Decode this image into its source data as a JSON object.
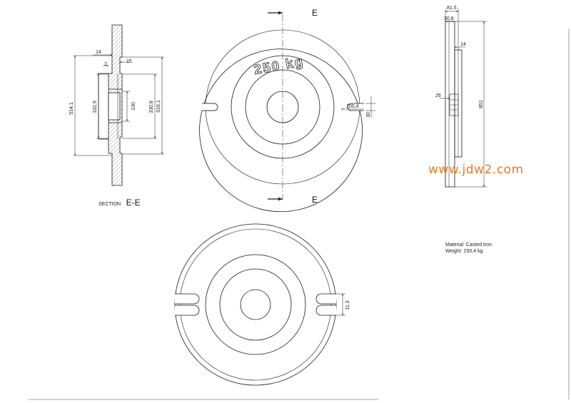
{
  "colors": {
    "line": "#1a1a1a",
    "watermark": "#ee7a1e",
    "hatch": "#555555"
  },
  "section_view": {
    "title_small": "SECTION",
    "title_big": "E-E",
    "dims": {
      "d514": "514,1",
      "d332": "332,9",
      "d130": "130",
      "d330": "330,8",
      "d516": "516,1",
      "d14": "14",
      "d15": "15",
      "d2": "2"
    }
  },
  "front_view": {
    "plate_label": "250 kg",
    "cut_label_top": "E",
    "cut_label_bottom": "E",
    "dims": {
      "d100": "100,4",
      "d30": "30"
    }
  },
  "side_view": {
    "dims": {
      "d81": "81,5",
      "d30_8": "30,8",
      "d14": "14",
      "d26": "26",
      "d851": "851"
    }
  },
  "back_view": {
    "dims": {
      "d11": "11,3"
    }
  },
  "watermark": "www.jdw2.com",
  "notes": {
    "material": "Material: Casted Iron",
    "weight": "Weight: 250,4 kg"
  }
}
